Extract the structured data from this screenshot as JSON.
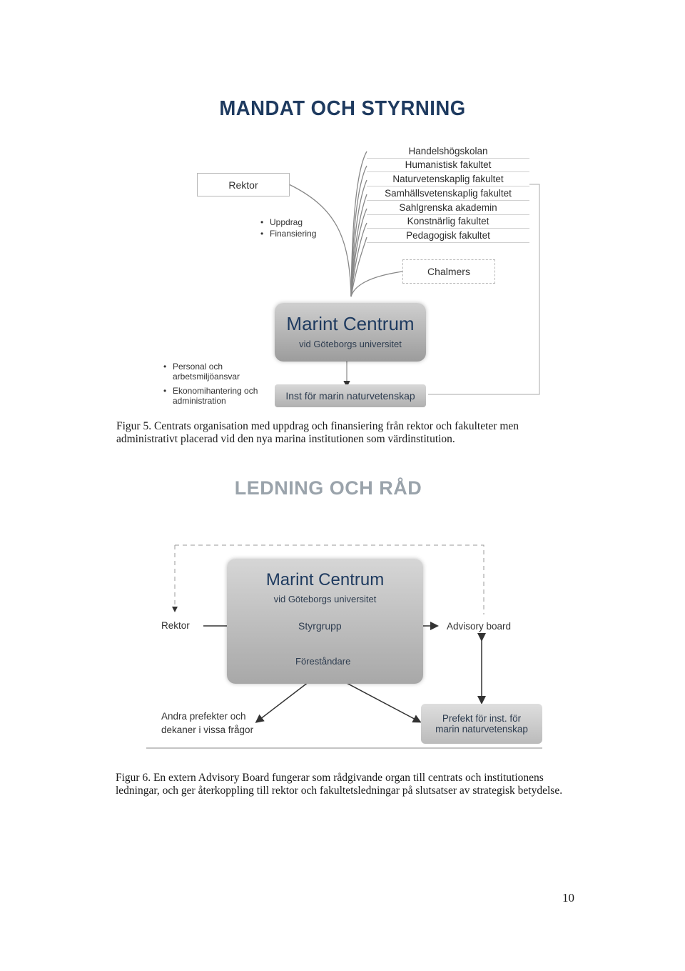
{
  "heading1": "MANDAT OCH STYRNING",
  "figure5": {
    "rektor_box": "Rektor",
    "bullets_top": [
      "Uppdrag",
      "Finansiering"
    ],
    "faculties": [
      "Handelshögskolan",
      "Humanistisk fakultet",
      "Naturvetenskaplig fakultet",
      "Samhällsvetenskaplig fakultet",
      "Sahlgrenska akademin",
      "Konstnärlig fakultet",
      "Pedagogisk fakultet"
    ],
    "chalmers": "Chalmers",
    "center_title": "Marint Centrum",
    "center_sub": "vid Göteborgs universitet",
    "bullets_left": [
      "Personal och arbetsmiljöansvar",
      "Ekonomihantering och administration"
    ],
    "inst_box": "Inst för marin naturvetenskap",
    "caption": "Figur 5. Centrats organisation med uppdrag och finansiering från rektor och fakulteter men administrativt placerad vid den nya marina institutionen som värdinstitution."
  },
  "heading2": "LEDNING OCH RÅD",
  "figure6": {
    "center_title": "Marint Centrum",
    "center_sub": "vid Göteborgs universitet",
    "rektor": "Rektor",
    "styrgrupp": "Styrgrupp",
    "forestandare": "Föreståndare",
    "advisory": "Advisory board",
    "andra_line1": "Andra prefekter och",
    "andra_line2": "dekaner i vissa frågor",
    "prefekt_line1": "Prefekt för inst. för",
    "prefekt_line2": "marin naturvetenskap",
    "caption": "Figur 6. En extern Advisory Board fungerar som rådgivande organ till centrats och institutionens ledningar, och ger återkoppling till rektor och fakultetsledningar på slutsatser av strategisk betydelse."
  },
  "page_number": "10"
}
